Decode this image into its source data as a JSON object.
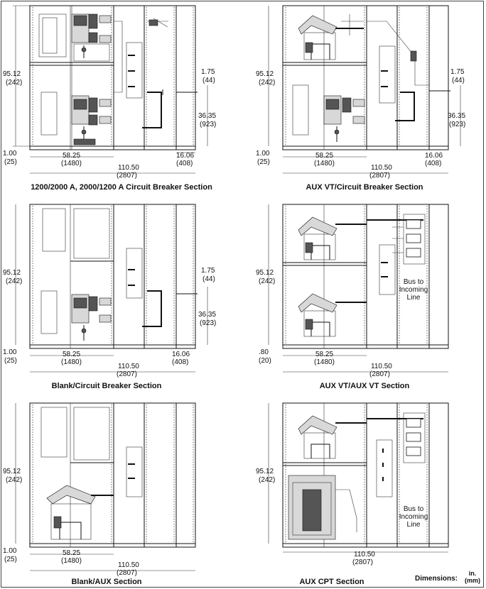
{
  "panels": [
    {
      "caption": "1200/2000 A, 2000/1200 A Circuit Breaker Section",
      "dims": {
        "height_in": "95.12",
        "height_mm": "(242)",
        "base_in": "1.00",
        "base_mm": "(25)",
        "depth_a_in": "58.25",
        "depth_a_mm": "(1480)",
        "depth_total_in": "110.50",
        "depth_total_mm": "(2807)",
        "rear_in": "16.06",
        "rear_mm": "(408)",
        "bus_gap_in": "1.75",
        "bus_gap_mm": "(44)",
        "bus_h_in": "36.35",
        "bus_h_mm": "(923)"
      }
    },
    {
      "caption": "AUX VT/Circuit Breaker Section",
      "dims": {
        "height_in": "95.12",
        "height_mm": "(242)",
        "base_in": "1.00",
        "base_mm": "(25)",
        "depth_a_in": "58.25",
        "depth_a_mm": "(1480)",
        "depth_total_in": "110.50",
        "depth_total_mm": "(2807)",
        "rear_in": "16.06",
        "rear_mm": "(408)",
        "bus_gap_in": "1.75",
        "bus_gap_mm": "(44)",
        "bus_h_in": "36.35",
        "bus_h_mm": "(923)"
      }
    },
    {
      "caption": "Blank/Circuit Breaker Section",
      "dims": {
        "height_in": "95.12",
        "height_mm": "(242)",
        "base_in": "1.00",
        "base_mm": "(25)",
        "depth_a_in": "58.25",
        "depth_a_mm": "(1480)",
        "depth_total_in": "110.50",
        "depth_total_mm": "(2807)",
        "rear_in": "16.06",
        "rear_mm": "(408)",
        "bus_gap_in": "1.75",
        "bus_gap_mm": "(44)",
        "bus_h_in": "36.35",
        "bus_h_mm": "(923)"
      }
    },
    {
      "caption": "AUX VT/AUX VT Section",
      "label": "Bus to Incoming Line",
      "dims": {
        "height_in": "95.12",
        "height_mm": "(242)",
        "base_in": ".80",
        "base_mm": "(20)",
        "depth_a_in": "58.25",
        "depth_a_mm": "(1480)",
        "depth_total_in": "110.50",
        "depth_total_mm": "(2807)"
      }
    },
    {
      "caption": "Blank/AUX Section",
      "dims": {
        "height_in": "95.12",
        "height_mm": "(242)",
        "base_in": "1.00",
        "base_mm": "(25)",
        "depth_a_in": "58.25",
        "depth_a_mm": "(1480)",
        "depth_total_in": "110.50",
        "depth_total_mm": "(2807)"
      }
    },
    {
      "caption": "AUX CPT Section",
      "label": "Bus to Incoming Line",
      "dims": {
        "height_in": "95.12",
        "height_mm": "(242)",
        "depth_total_in": "110.50",
        "depth_total_mm": "(2807)"
      }
    }
  ],
  "footer": {
    "label": "Dimensions:",
    "unit_in": "in.",
    "unit_mm": "(mm)"
  }
}
